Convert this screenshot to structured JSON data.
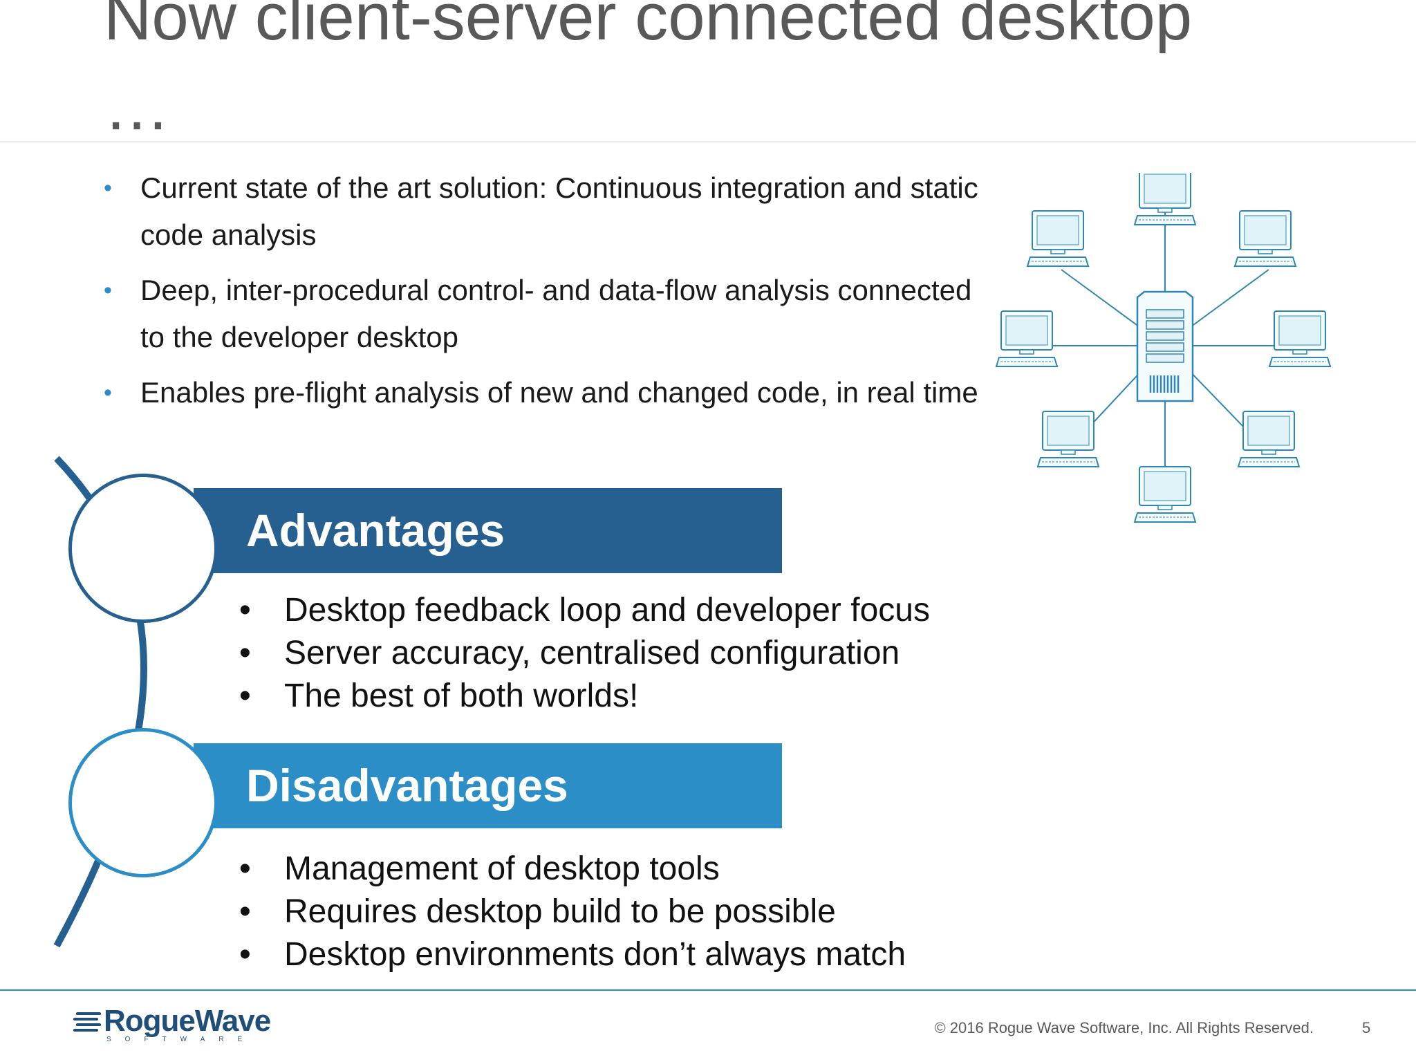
{
  "slide": {
    "title": "Now client-server connected desktop",
    "title_continuation": "…",
    "bullets": [
      "Current state of the art solution: Continuous integration and static code analysis",
      "Deep, inter-procedural control- and data-flow analysis connected to the developer desktop",
      "Enables pre-flight analysis of new and changed code, in real time"
    ],
    "advantages": {
      "heading": "Advantages",
      "items": [
        "Desktop feedback loop and developer focus",
        "Server accuracy, centralised configuration",
        "The best of both worlds!"
      ]
    },
    "disadvantages": {
      "heading": "Disadvantages",
      "items": [
        "Management of desktop tools",
        "Requires desktop build to be possible",
        "Desktop environments don’t always match"
      ]
    }
  },
  "footer": {
    "logo_text": "RogueWave",
    "logo_subtext": "SOFTWARE",
    "copyright": "© 2016 Rogue Wave Software, Inc. All Rights Reserved.",
    "page_number": "5"
  },
  "colors": {
    "advantages_bar": "#256091",
    "disadvantages_bar": "#2b8ec6",
    "bullet_accent": "#2e8bc9",
    "title_text": "#595959"
  },
  "icons": {
    "network": "client-server-network-icon",
    "server": "server-tower-icon",
    "client": "desktop-computer-icon",
    "logo_mark": "rogue-wave-logo-stripes"
  }
}
